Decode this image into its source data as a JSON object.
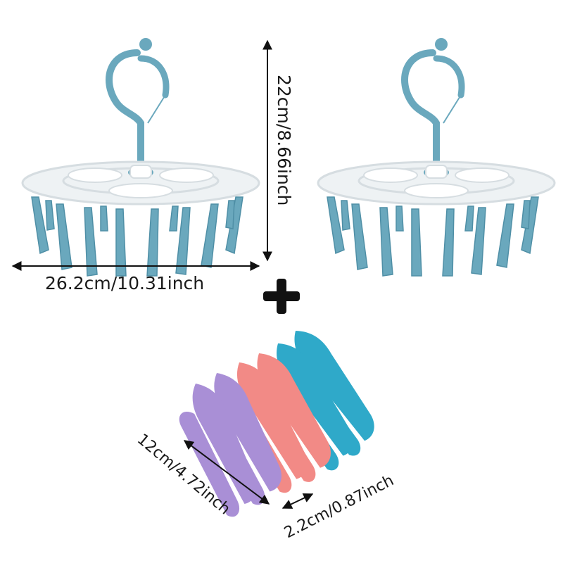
{
  "labels": {
    "width": "26.2cm/10.31inch",
    "height": "22cm/8.66inch",
    "clip_length": "12cm/4.72inch",
    "clip_width": "2.2cm/0.87inch"
  },
  "colors": {
    "hanger_blue": "#6aa8bd",
    "hanger_white": "#eef2f4",
    "clip_purple": "#a98fd6",
    "clip_pink": "#f28a86",
    "clip_teal": "#2fa9c9",
    "arrow": "#111111",
    "plus": "#111111"
  },
  "products": {
    "hangers_count": 2,
    "hanger_clip_count": 12,
    "extra_clips": [
      "purple",
      "purple",
      "pink",
      "pink",
      "teal",
      "teal"
    ]
  }
}
